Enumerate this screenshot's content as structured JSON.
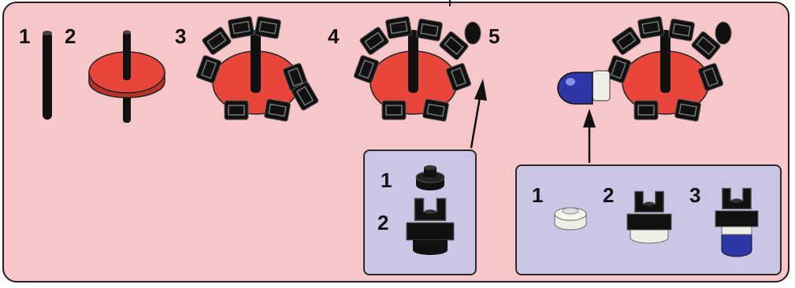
{
  "steps": {
    "n1": "1",
    "n2": "2",
    "n3": "3",
    "n4": "4",
    "n5": "5"
  },
  "inset_left": {
    "n1": "1",
    "n2": "2"
  },
  "inset_right": {
    "n1": "1",
    "n2": "2",
    "n3": "3"
  },
  "colors": {
    "panel": "#f6c6c8",
    "inset": "#c9c6e6",
    "part_black": "#111111",
    "part_red": "#e8463b",
    "part_blue": "#2f37a8",
    "part_white": "#efefe6"
  }
}
